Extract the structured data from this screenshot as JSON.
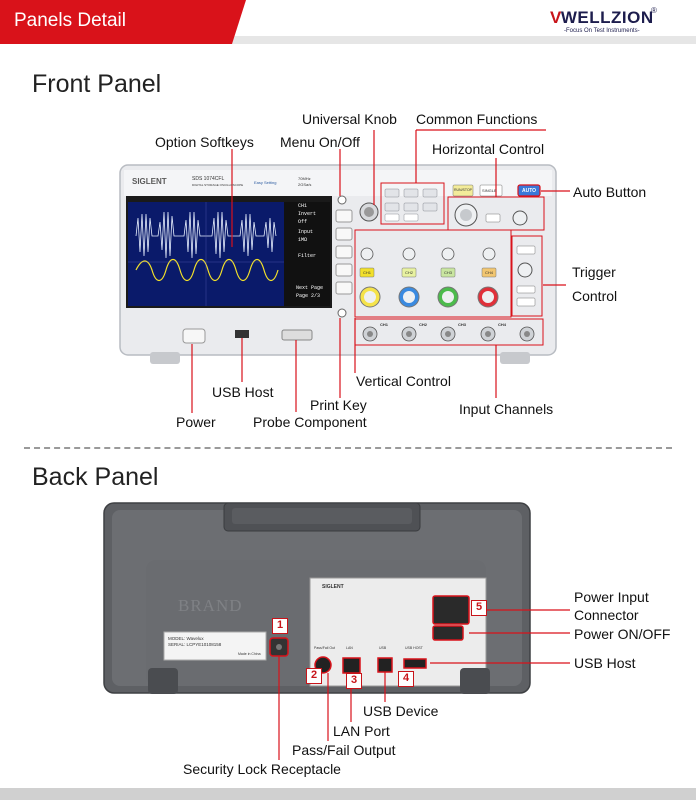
{
  "header": {
    "title": "Panels Detail",
    "brand": {
      "name": "WELLZION",
      "tagline": "-Focus On Test Instruments-"
    }
  },
  "front_panel": {
    "title": "Front Panel",
    "callouts": {
      "universal_knob": "Universal Knob",
      "common_functions": "Common Functions",
      "option_softkeys": "Option Softkeys",
      "menu_onoff": "Menu On/Off",
      "horizontal_control": "Horizontal Control",
      "auto_button": "Auto Button",
      "trigger_line1": "Trigger",
      "trigger_line2": "Control",
      "vertical_control": "Vertical Control",
      "usb_host": "USB Host",
      "print_key": "Print Key",
      "input_channels": "Input Channels",
      "power": "Power",
      "probe_component": "Probe Component"
    },
    "device": {
      "brand": "SIGLENT",
      "model": "SDS 1074CFL",
      "model_sub": "DIGITAL STORAGE OSCILLOSCOPE",
      "spec": "70MHz",
      "spec2": "2GSa/s",
      "easy": "Easy Setting",
      "softkeys": [
        "CH1",
        "Invert",
        "Off",
        "Input",
        "1MΩ",
        "Filter",
        "Next Page",
        "Page 2/3"
      ],
      "buttons": [
        "AUTO",
        "SINGLE",
        "RUN/STOP",
        "CH1",
        "CH2",
        "CH3",
        "CH4"
      ],
      "channels": [
        "CH1",
        "CH2",
        "CH3",
        "CH4"
      ]
    }
  },
  "back_panel": {
    "title": "Back Panel",
    "callouts": {
      "power_input_1": "Power Input",
      "power_input_2": "Connector",
      "power_onoff": "Power ON/OFF",
      "usb_host": "USB Host",
      "usb_device": "USB Device",
      "lan_port": "LAN Port",
      "pass_fail": "Pass/Fail Output",
      "security_lock": "Security Lock Receptacle"
    },
    "badges": [
      "1",
      "2",
      "3",
      "4",
      "5"
    ],
    "device": {
      "brand_plate": "BRAND",
      "label_model": "MODEL: Wavelux",
      "label_serial": "SERIAL: LCPYE10108158",
      "label_made": "Made in China",
      "port_passfail": "Pass/Fail Out",
      "port_lan": "LAN",
      "port_usb": "USB",
      "port_usbhost": "USB HOST",
      "siglent": "SIGLENT"
    }
  },
  "colors": {
    "accent": "#d9121a",
    "callout_line": "#d9121a",
    "panel": "#e9eaec",
    "screen": "#0a1a6a"
  }
}
